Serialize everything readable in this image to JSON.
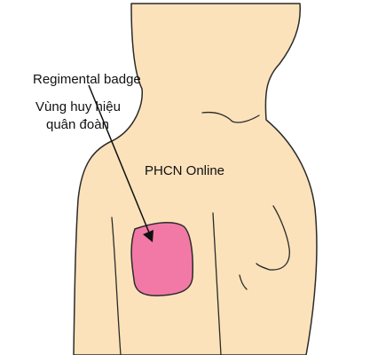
{
  "labels": {
    "english": "Regimental badge",
    "vietnamese_line1": "Vùng huy hiệu",
    "vietnamese_line2": "quân đoàn",
    "watermark": "PHCN Online"
  },
  "colors": {
    "skin": "#fbe2ba",
    "outline": "#2b2b2b",
    "badge_area": "#f279a6",
    "arrow": "#111111",
    "text": "#111111"
  }
}
